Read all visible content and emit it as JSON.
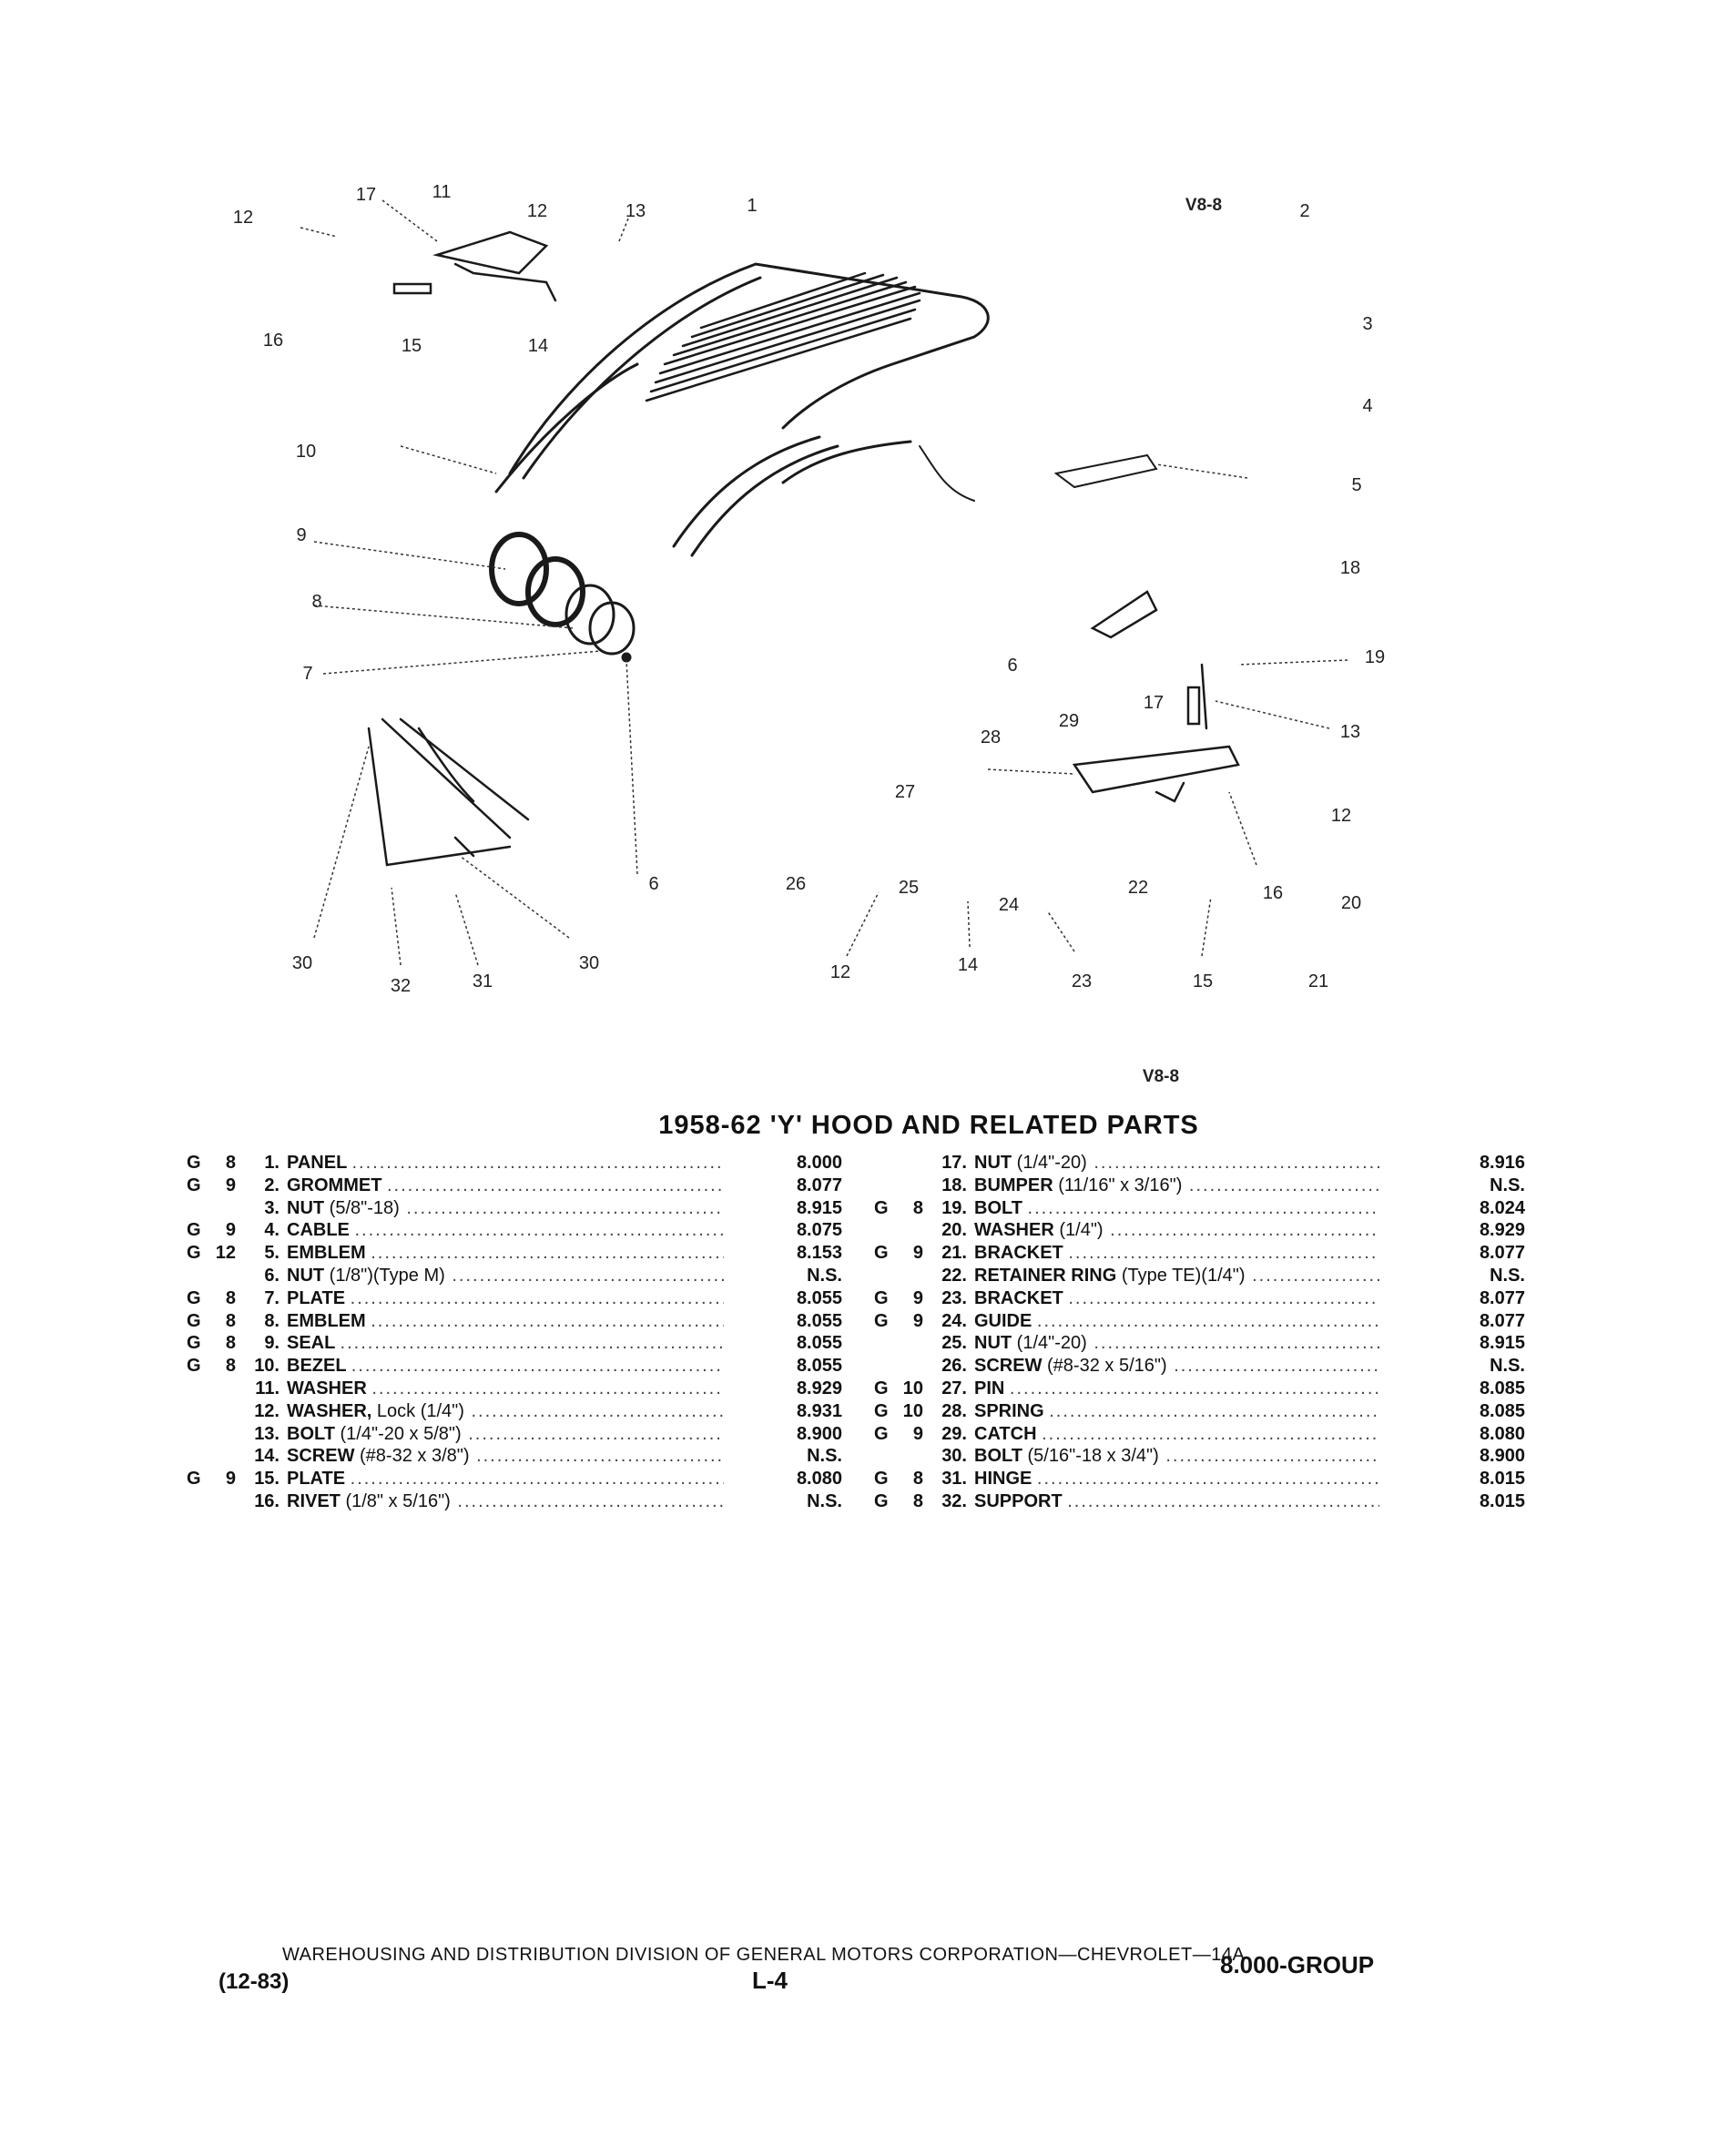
{
  "diagram": {
    "top_label": "V8-8",
    "bottom_label": "V8-8",
    "callouts": [
      {
        "key": "c17a",
        "text": "17"
      },
      {
        "key": "c11a",
        "text": "11"
      },
      {
        "key": "c12a",
        "text": "12"
      },
      {
        "key": "c12b",
        "text": "12"
      },
      {
        "key": "c13a",
        "text": "13"
      },
      {
        "key": "c1",
        "text": "1"
      },
      {
        "key": "c2",
        "text": "2"
      },
      {
        "key": "c16a",
        "text": "16"
      },
      {
        "key": "c15a",
        "text": "15"
      },
      {
        "key": "c14a",
        "text": "14"
      },
      {
        "key": "c3",
        "text": "3"
      },
      {
        "key": "c4",
        "text": "4"
      },
      {
        "key": "c10",
        "text": "10"
      },
      {
        "key": "c5",
        "text": "5"
      },
      {
        "key": "c9",
        "text": "9"
      },
      {
        "key": "c18",
        "text": "18"
      },
      {
        "key": "c8",
        "text": "8"
      },
      {
        "key": "c19",
        "text": "19"
      },
      {
        "key": "c7",
        "text": "7"
      },
      {
        "key": "c6a",
        "text": "6"
      },
      {
        "key": "c17b",
        "text": "17"
      },
      {
        "key": "c29",
        "text": "29"
      },
      {
        "key": "c28",
        "text": "28"
      },
      {
        "key": "c13b",
        "text": "13"
      },
      {
        "key": "c27",
        "text": "27"
      },
      {
        "key": "c12c",
        "text": "12"
      },
      {
        "key": "c6b",
        "text": "6"
      },
      {
        "key": "c26",
        "text": "26"
      },
      {
        "key": "c25",
        "text": "25"
      },
      {
        "key": "c22",
        "text": "22"
      },
      {
        "key": "c16b",
        "text": "16"
      },
      {
        "key": "c24",
        "text": "24"
      },
      {
        "key": "c20",
        "text": "20"
      },
      {
        "key": "c30a",
        "text": "30"
      },
      {
        "key": "c30b",
        "text": "30"
      },
      {
        "key": "c32",
        "text": "32"
      },
      {
        "key": "c31",
        "text": "31"
      },
      {
        "key": "c12d",
        "text": "12"
      },
      {
        "key": "c14b",
        "text": "14"
      },
      {
        "key": "c23",
        "text": "23"
      },
      {
        "key": "c15b",
        "text": "15"
      },
      {
        "key": "c21",
        "text": "21"
      }
    ]
  },
  "title": "1958-62 'Y' HOOD AND RELATED PARTS",
  "parts_left": [
    {
      "g": "G",
      "grp": "8",
      "num": "1.",
      "name": "PANEL",
      "spec": "",
      "code": "8.000"
    },
    {
      "g": "G",
      "grp": "9",
      "num": "2.",
      "name": "GROMMET",
      "spec": "",
      "code": "8.077"
    },
    {
      "g": "",
      "grp": "",
      "num": "3.",
      "name": "NUT",
      "spec": "(5/8\"-18)",
      "code": "8.915"
    },
    {
      "g": "G",
      "grp": "9",
      "num": "4.",
      "name": "CABLE",
      "spec": "",
      "code": "8.075"
    },
    {
      "g": "G",
      "grp": "12",
      "num": "5.",
      "name": "EMBLEM",
      "spec": "",
      "code": "8.153"
    },
    {
      "g": "",
      "grp": "",
      "num": "6.",
      "name": "NUT",
      "spec": "(1/8\")(Type M)",
      "code": "N.S."
    },
    {
      "g": "G",
      "grp": "8",
      "num": "7.",
      "name": "PLATE",
      "spec": "",
      "code": "8.055"
    },
    {
      "g": "G",
      "grp": "8",
      "num": "8.",
      "name": "EMBLEM",
      "spec": "",
      "code": "8.055"
    },
    {
      "g": "G",
      "grp": "8",
      "num": "9.",
      "name": "SEAL",
      "spec": "",
      "code": "8.055"
    },
    {
      "g": "G",
      "grp": "8",
      "num": "10.",
      "name": "BEZEL",
      "spec": "",
      "code": "8.055"
    },
    {
      "g": "",
      "grp": "",
      "num": "11.",
      "name": "WASHER",
      "spec": "",
      "code": "8.929"
    },
    {
      "g": "",
      "grp": "",
      "num": "12.",
      "name": "WASHER,",
      "spec": "Lock (1/4\")",
      "code": "8.931"
    },
    {
      "g": "",
      "grp": "",
      "num": "13.",
      "name": "BOLT",
      "spec": "(1/4\"-20 x 5/8\")",
      "code": "8.900"
    },
    {
      "g": "",
      "grp": "",
      "num": "14.",
      "name": "SCREW",
      "spec": "(#8-32 x 3/8\")",
      "code": "N.S."
    },
    {
      "g": "G",
      "grp": "9",
      "num": "15.",
      "name": "PLATE",
      "spec": "",
      "code": "8.080"
    },
    {
      "g": "",
      "grp": "",
      "num": "16.",
      "name": "RIVET",
      "spec": "(1/8\" x 5/16\")",
      "code": "N.S."
    }
  ],
  "parts_right": [
    {
      "g": "",
      "grp": "",
      "num": "17.",
      "name": "NUT",
      "spec": "(1/4\"-20)",
      "code": "8.916"
    },
    {
      "g": "",
      "grp": "",
      "num": "18.",
      "name": "BUMPER",
      "spec": "(11/16\" x 3/16\")",
      "code": "N.S."
    },
    {
      "g": "G",
      "grp": "8",
      "num": "19.",
      "name": "BOLT",
      "spec": "",
      "code": "8.024"
    },
    {
      "g": "",
      "grp": "",
      "num": "20.",
      "name": "WASHER",
      "spec": "(1/4\")",
      "code": "8.929"
    },
    {
      "g": "G",
      "grp": "9",
      "num": "21.",
      "name": "BRACKET",
      "spec": "",
      "code": "8.077"
    },
    {
      "g": "",
      "grp": "",
      "num": "22.",
      "name": "RETAINER RING",
      "spec": "(Type TE)(1/4\")",
      "code": "N.S."
    },
    {
      "g": "G",
      "grp": "9",
      "num": "23.",
      "name": "BRACKET",
      "spec": "",
      "code": "8.077"
    },
    {
      "g": "G",
      "grp": "9",
      "num": "24.",
      "name": "GUIDE",
      "spec": "",
      "code": "8.077"
    },
    {
      "g": "",
      "grp": "",
      "num": "25.",
      "name": "NUT",
      "spec": "(1/4\"-20)",
      "code": "8.915"
    },
    {
      "g": "",
      "grp": "",
      "num": "26.",
      "name": "SCREW",
      "spec": "(#8-32 x 5/16\")",
      "code": "N.S."
    },
    {
      "g": "G",
      "grp": "10",
      "num": "27.",
      "name": "PIN",
      "spec": "",
      "code": "8.085"
    },
    {
      "g": "G",
      "grp": "10",
      "num": "28.",
      "name": "SPRING",
      "spec": "",
      "code": "8.085"
    },
    {
      "g": "G",
      "grp": "9",
      "num": "29.",
      "name": "CATCH",
      "spec": "",
      "code": "8.080"
    },
    {
      "g": "",
      "grp": "",
      "num": "30.",
      "name": "BOLT",
      "spec": "(5/16\"-18 x 3/4\")",
      "code": "8.900"
    },
    {
      "g": "G",
      "grp": "8",
      "num": "31.",
      "name": "HINGE",
      "spec": "",
      "code": "8.015"
    },
    {
      "g": "G",
      "grp": "8",
      "num": "32.",
      "name": "SUPPORT",
      "spec": "",
      "code": "8.015"
    }
  ],
  "footer": {
    "publisher_line": "WAREHOUSING AND DISTRIBUTION DIVISION OF GENERAL MOTORS CORPORATION—CHEVROLET—14A",
    "date": "(12-83)",
    "page": "L-4",
    "group": "8.000-GROUP"
  }
}
